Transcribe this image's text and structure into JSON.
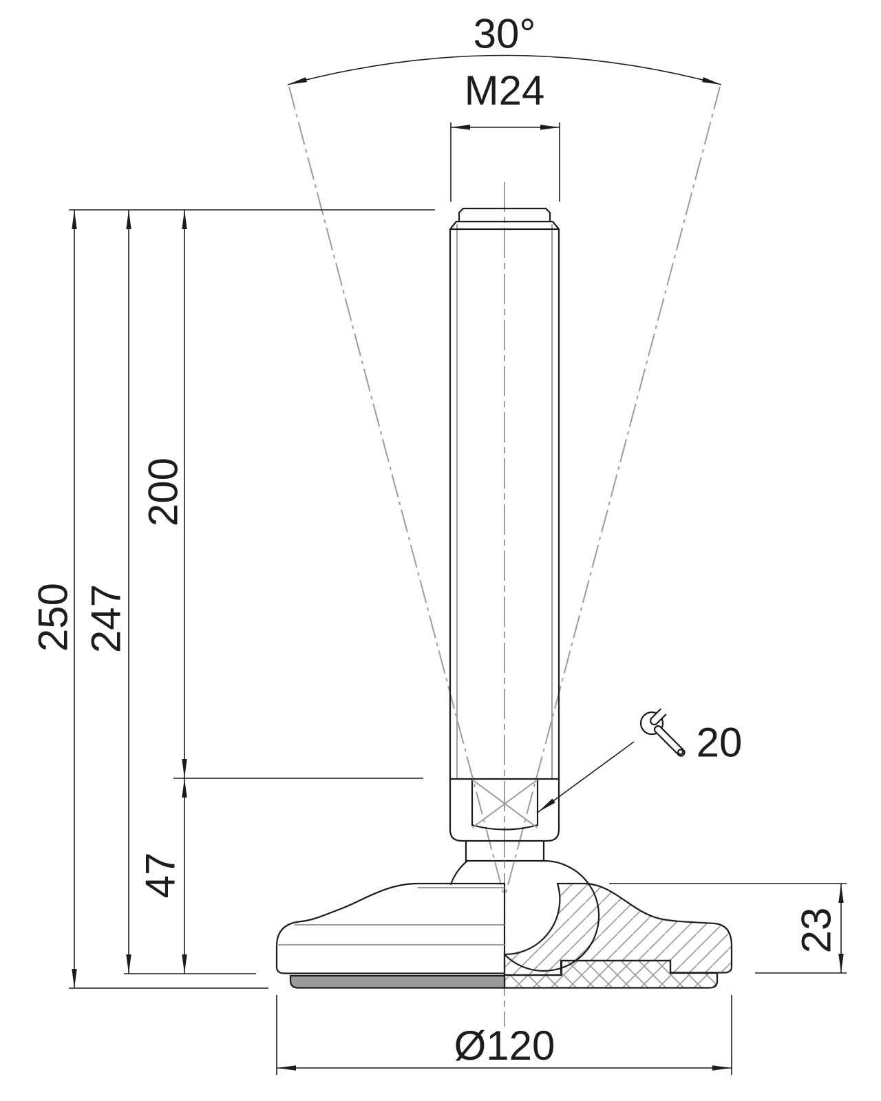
{
  "drawing": {
    "kind": "technical-drawing",
    "subject": "adjustable levelling foot with ball joint, half-section view",
    "background": "#ffffff",
    "line_color": "#1c1c1c",
    "construction_color": "#9c9c9c",
    "pad_fill_color": "#9a9a9a"
  },
  "dims": {
    "swivel_angle": "30°",
    "thread_size": "M24",
    "overall_height": "250",
    "height_without_pad": "247",
    "thread_length": "200",
    "joint_height": "47",
    "wrench_size": "20",
    "base_height": "23",
    "base_diameter": "Ø120"
  },
  "icons": {
    "wrench": "open-end-wrench"
  }
}
